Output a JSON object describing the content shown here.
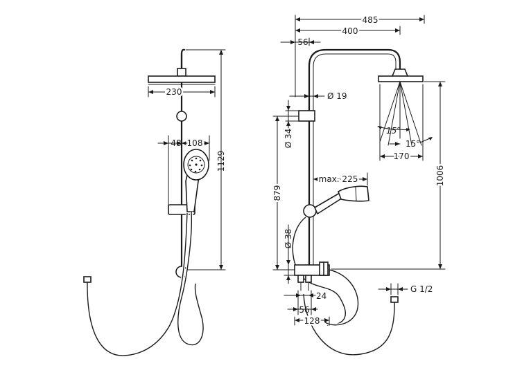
{
  "diagram": {
    "colors": {
      "line": "#1a1a1a",
      "background": "#ffffff"
    },
    "front_view": {
      "dim_head_width": "230",
      "dim_hand_offset": "48",
      "dim_hand_width": "108",
      "dim_total_height": "1129"
    },
    "side_view": {
      "dim_overall_reach": "485",
      "dim_arm_reach": "400",
      "dim_pipe_offset": "56",
      "dim_pipe_diameter": "Ø 19",
      "dim_holder_diameter": "Ø 34",
      "dim_angle_inner": "15°",
      "dim_angle_outer": "15°",
      "dim_spray_width": "170",
      "dim_hand_reach": "max. 225",
      "dim_rail_height": "879",
      "dim_head_height": "1006",
      "dim_mixer_diameter": "Ø 38",
      "dim_outlet_24": "24",
      "dim_outlet_56": "56",
      "dim_outlet_128": "128",
      "dim_thread": "G 1/2"
    }
  }
}
